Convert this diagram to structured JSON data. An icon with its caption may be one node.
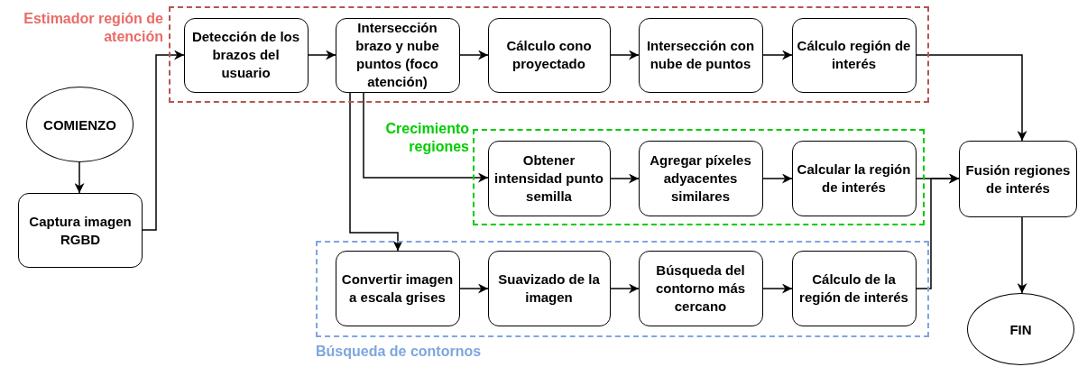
{
  "diagram": {
    "nodes": [
      {
        "text": [
          "Estimador región de atención"
        ]
      },
      {
        "text": [
          "Detección de los brazos del usuario"
        ],
        "in": 0
      },
      {
        "text": [
          "Intersección brazo y nube puntos (foco atención)"
        ],
        "in": 0
      },
      {
        "text": [
          "Cálculo cono proyectado"
        ],
        "in": 0
      },
      {
        "text": [
          "Intersección con nube de puntos"
        ],
        "in": 0
      },
      {
        "text": [
          "Cálculo región de interés"
        ],
        "in": 0
      },
      {
        "text": [
          "COMIENZO"
        ]
      },
      {
        "text": [
          "Captura imagen RGBD"
        ]
      },
      {
        "text": [
          "Crecimiento regiones"
        ]
      },
      {
        "text": [
          "Obtener intensidad punto semilla"
        ],
        "in": 8
      },
      {
        "text": [
          "Agregar píxeles adyacentes similares"
        ],
        "in": 8
      },
      {
        "text": [
          "Calcular la región de interés"
        ],
        "in": 8
      },
      {
        "text": [
          "Fusión regiones de interés"
        ]
      },
      {
        "text": [
          "Búsqueda de contornos"
        ]
      },
      {
        "text": [
          "Convertir imagen a escala grises"
        ],
        "in": 13
      },
      {
        "text": [
          "Suavizado de la imagen"
        ],
        "in": 13
      },
      {
        "text": [
          "Búsqueda del contorno más cercano"
        ],
        "in": 13
      },
      {
        "text": [
          "Cálculo de la región de interés"
        ],
        "in": 13
      },
      {
        "text": [
          "FIN"
        ]
      }
    ],
    "edges": [
      {
        "from": 6,
        "to": 7,
        "arrow": "to"
      },
      {
        "from": 7,
        "to": 1,
        "arrow": "to"
      },
      {
        "from": 1,
        "to": 2,
        "arrow": "to"
      },
      {
        "from": 2,
        "to": 3,
        "arrow": "to"
      },
      {
        "from": 3,
        "to": 4,
        "arrow": "to"
      },
      {
        "from": 4,
        "to": 5,
        "arrow": "to"
      },
      {
        "from": 5,
        "to": 12,
        "arrow": "to"
      },
      {
        "from": 2,
        "to": 9,
        "arrow": "to"
      },
      {
        "from": 2,
        "to": 14,
        "arrow": "to"
      },
      {
        "from": 9,
        "to": 10,
        "arrow": "to"
      },
      {
        "from": 10,
        "to": 11,
        "arrow": "to"
      },
      {
        "from": 11,
        "to": 12,
        "arrow": "to"
      },
      {
        "from": 14,
        "to": 15,
        "arrow": "to"
      },
      {
        "from": 15,
        "to": 16,
        "arrow": "to"
      },
      {
        "from": 16,
        "to": 17,
        "arrow": "to"
      },
      {
        "from": 17,
        "to": 12,
        "arrow": "to"
      },
      {
        "from": 12,
        "to": 18,
        "arrow": "to"
      }
    ]
  }
}
